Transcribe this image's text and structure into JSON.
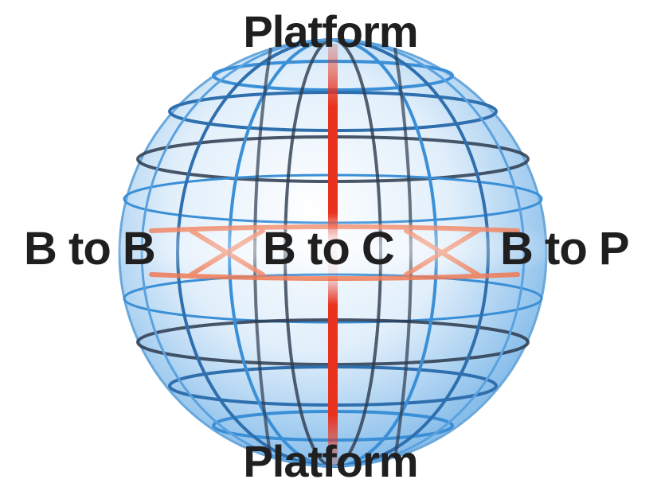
{
  "labels": {
    "top": "Platform",
    "bottom": "Platform",
    "left": "B to B",
    "center": "B to C",
    "right": "B to P"
  },
  "colors": {
    "grid_blue": "#3a8fd6",
    "grid_dark": "#2b3a4e",
    "axis_red": "#e8321e",
    "ring_orange": "#f07a55",
    "label_text": "#1f1f1f"
  },
  "icons": {
    "globe": "wireframe-globe-icon"
  }
}
